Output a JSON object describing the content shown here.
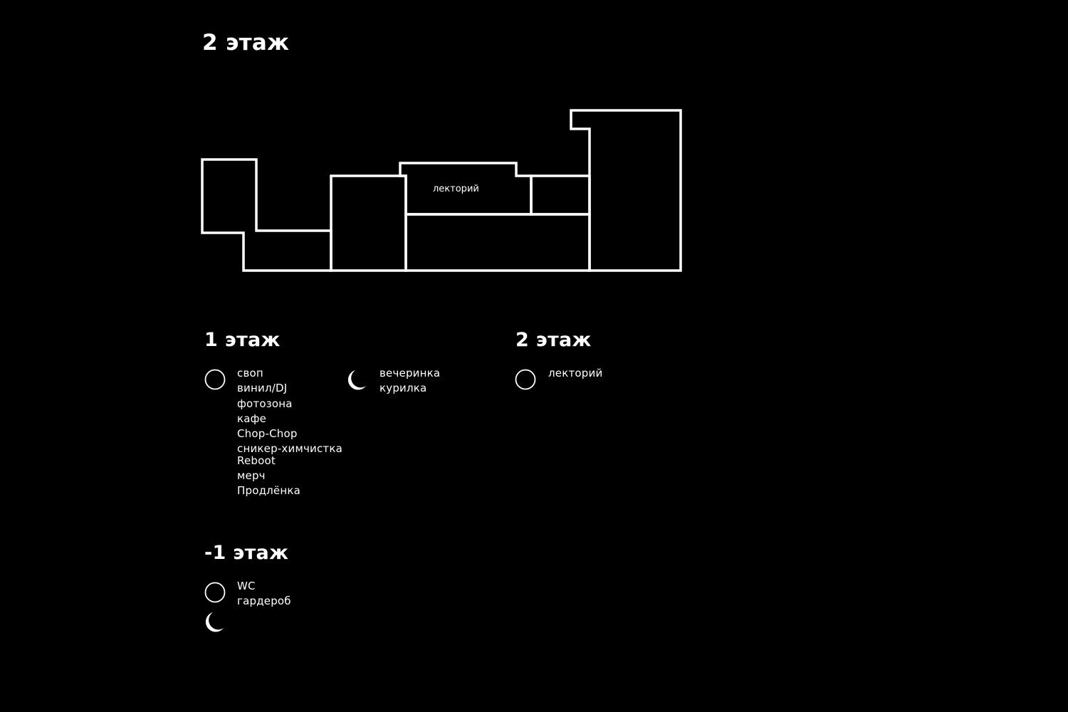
{
  "page": {
    "title": "2 этаж"
  },
  "plan": {
    "room_label": "лекторий"
  },
  "legend": {
    "floor1": {
      "title": "1 этаж",
      "circle_items": [
        "своп",
        "винил/DJ",
        "фотозона",
        "кафе",
        "Chop-Chop",
        "сникер-химчистка",
        "Reboot",
        "мерч",
        "Продлёнка"
      ],
      "moon_items": [
        "вечеринка",
        "курилка"
      ]
    },
    "floor2": {
      "title": "2 этаж",
      "circle_items": [
        "лекторий"
      ]
    },
    "floor_minus1": {
      "title": "-1 этаж",
      "circle_items": [
        "WC",
        "гардероб"
      ]
    }
  },
  "icons": {
    "circle": "circle-outline-icon",
    "moon": "crescent-moon-icon"
  },
  "colors": {
    "background": "#000000",
    "foreground": "#ffffff"
  }
}
